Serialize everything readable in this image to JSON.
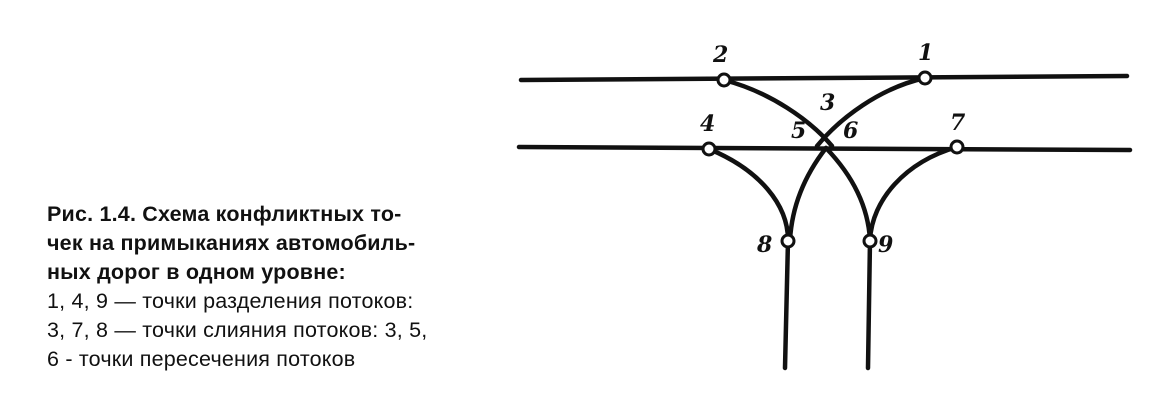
{
  "diagram": {
    "node_labels": {
      "n1": "1",
      "n2": "2",
      "n3": "3",
      "n4": "4",
      "n5": "5",
      "n6": "6",
      "n7": "7",
      "n8": "8",
      "n9": "9"
    }
  },
  "caption": {
    "title_line1": "Рис. 1.4. Схема конфликтных то-",
    "title_line2": "чек на примыканиях автомобиль-",
    "title_line3": "ных дорог в одном уровне:",
    "body_line1": "1, 4, 9 — точки разделения потоков:",
    "body_line2": "3, 7, 8 — точки слияния  потоков: 3, 5,",
    "body_line3": "6 - точки пересечения потоков"
  }
}
